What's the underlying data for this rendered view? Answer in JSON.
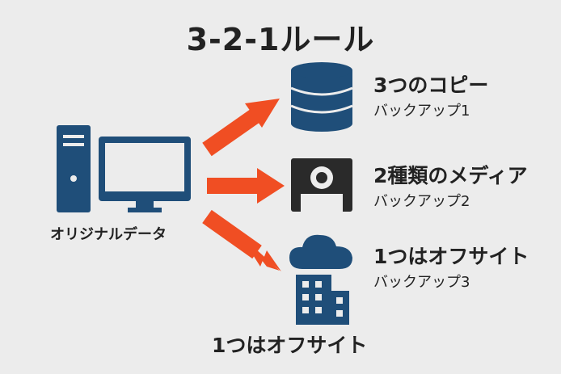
{
  "title": "3-2-1ルール",
  "source": {
    "label": "オリジナルデータ",
    "icon": "computer-icon"
  },
  "rules": [
    {
      "heading": "3つのコピー",
      "sub": "バックアップ1",
      "icon": "database-icon"
    },
    {
      "heading": "2種類のメディア",
      "sub": "バックアップ2",
      "icon": "floppy-disk-icon"
    },
    {
      "heading": "1つはオフサイト",
      "sub": "バックアップ3",
      "icon": "cloud-icon"
    }
  ],
  "offsite_label": "1つはオフサイト",
  "colors": {
    "icon": "#1f4e79",
    "arrow": "#f04e23",
    "background": "#ececec",
    "text": "#222222"
  }
}
